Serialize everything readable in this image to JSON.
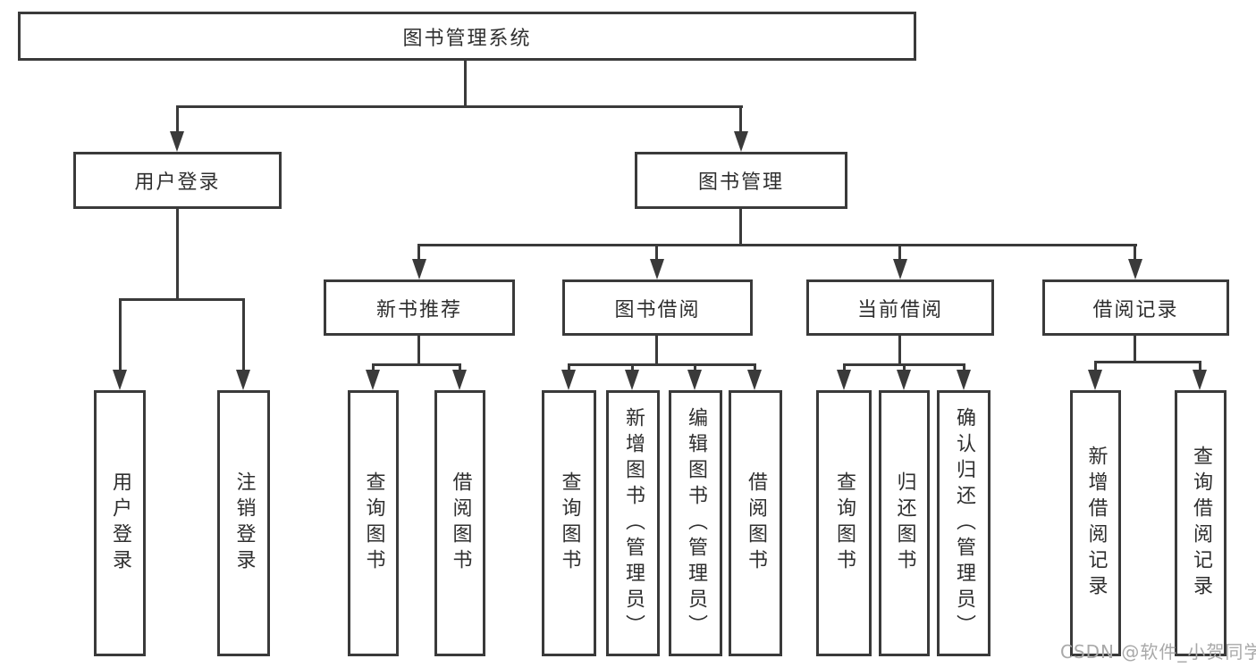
{
  "diagram_title": "图书管理系统",
  "tree": {
    "root": {
      "label": "图书管理系统",
      "children": [
        {
          "label": "用户登录",
          "children": [
            {
              "label": "用户登录"
            },
            {
              "label": "注销登录"
            }
          ]
        },
        {
          "label": "图书管理",
          "children": [
            {
              "label": "新书推荐",
              "children": [
                {
                  "label": "查询图书"
                },
                {
                  "label": "借阅图书"
                }
              ]
            },
            {
              "label": "图书借阅",
              "children": [
                {
                  "label": "查询图书"
                },
                {
                  "label": "新增图书（管理员）"
                },
                {
                  "label": "编辑图书（管理员）"
                },
                {
                  "label": "借阅图书"
                }
              ]
            },
            {
              "label": "当前借阅",
              "children": [
                {
                  "label": "查询图书"
                },
                {
                  "label": "归还图书"
                },
                {
                  "label": "确认归还（管理员）"
                }
              ]
            },
            {
              "label": "借阅记录",
              "children": [
                {
                  "label": "新增借阅记录"
                },
                {
                  "label": "查询借阅记录"
                }
              ]
            }
          ]
        }
      ]
    }
  },
  "watermark": {
    "text": "CSDN @软件_小贺同学"
  },
  "colors": {
    "line": "#3a3a3a",
    "text": "#2f2f2f",
    "watermark": "#a9a9a9",
    "background": "#ffffff"
  }
}
